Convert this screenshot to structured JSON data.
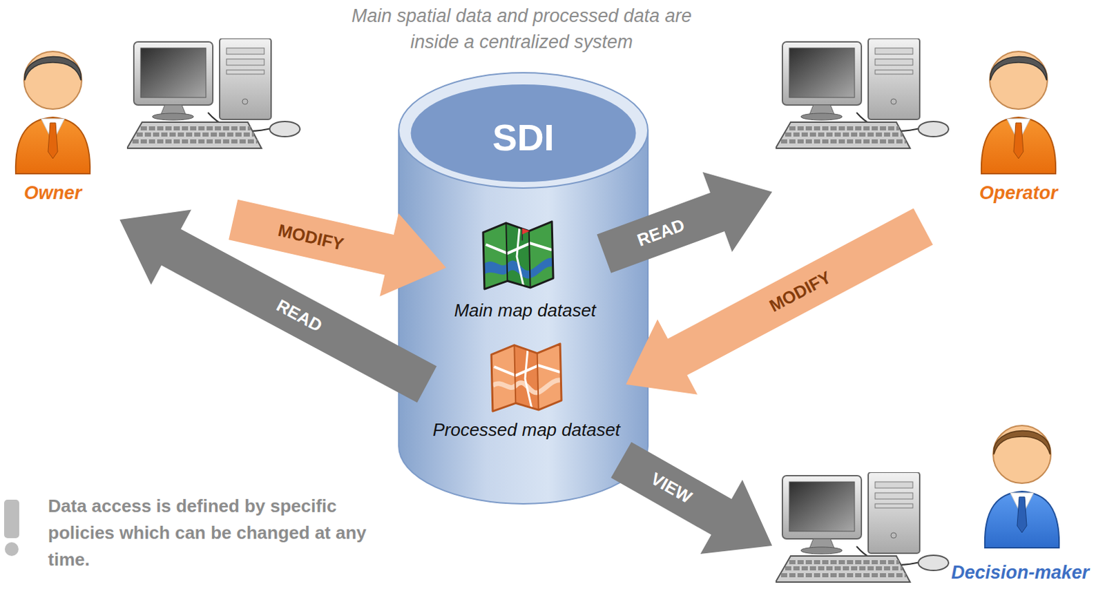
{
  "diagram": {
    "caption": "Main spatial data and processed data are inside a centralized system",
    "nodes": [
      {
        "text": [
          "Owner"
        ]
      },
      {
        "text": [
          "SDI"
        ]
      },
      {
        "text": [
          "Main map dataset"
        ],
        "in": 1
      },
      {
        "text": [
          "Processed map dataset"
        ],
        "in": 1
      },
      {
        "text": [
          "Operator"
        ]
      },
      {
        "text": [
          "Decision-maker"
        ]
      }
    ],
    "edges": [
      {
        "from": 0,
        "to": 2,
        "arrow": "to",
        "label": "MODIFY"
      },
      {
        "from": 2,
        "to": 4,
        "arrow": "to",
        "label": "READ"
      },
      {
        "from": 4,
        "to": 3,
        "arrow": "to",
        "label": "MODIFY"
      },
      {
        "from": 3,
        "to": 0,
        "arrow": "to",
        "label": "READ"
      },
      {
        "from": 3,
        "to": 5,
        "arrow": "to",
        "label": "VIEW"
      }
    ],
    "labels": [
      "Data access is defined by specific policies which can be changed at any time."
    ]
  }
}
